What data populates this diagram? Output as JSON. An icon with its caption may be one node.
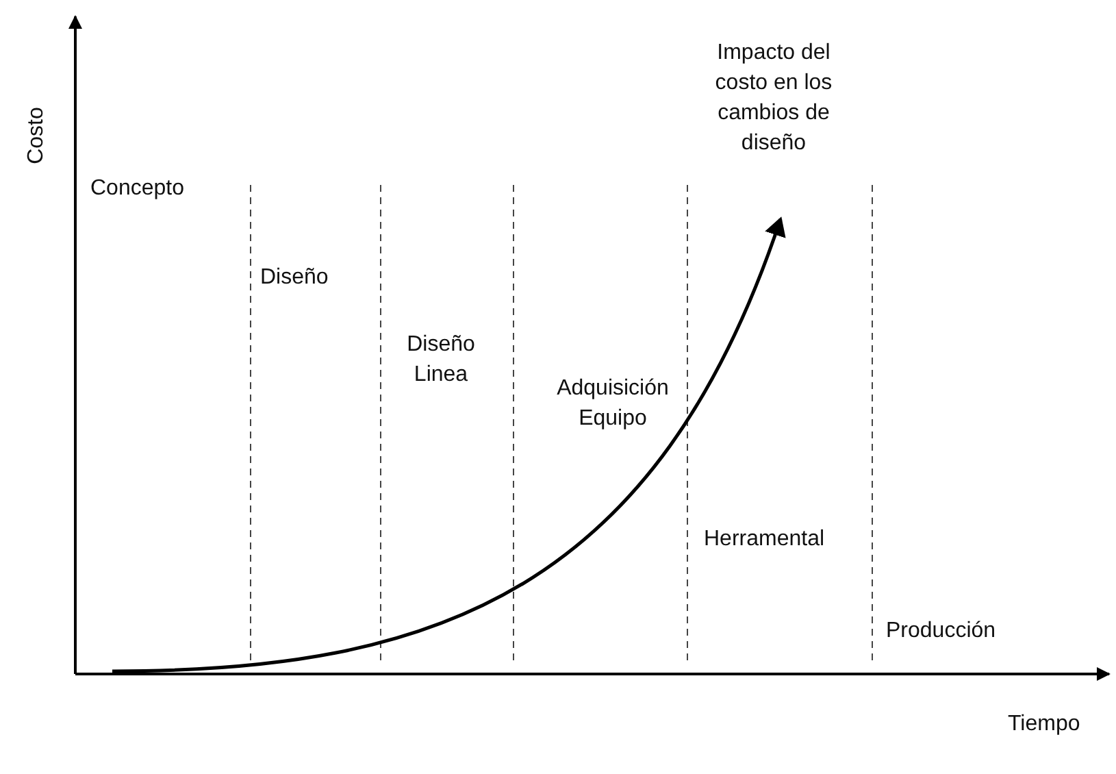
{
  "diagram": {
    "labels": [
      "Costo",
      "Impacto del costo en los cambios de diseño",
      "Concepto",
      "Diseño",
      "Diseño Linea",
      "Adquisición Equipo",
      "Herramental",
      "Producción",
      "Tiempo"
    ]
  }
}
